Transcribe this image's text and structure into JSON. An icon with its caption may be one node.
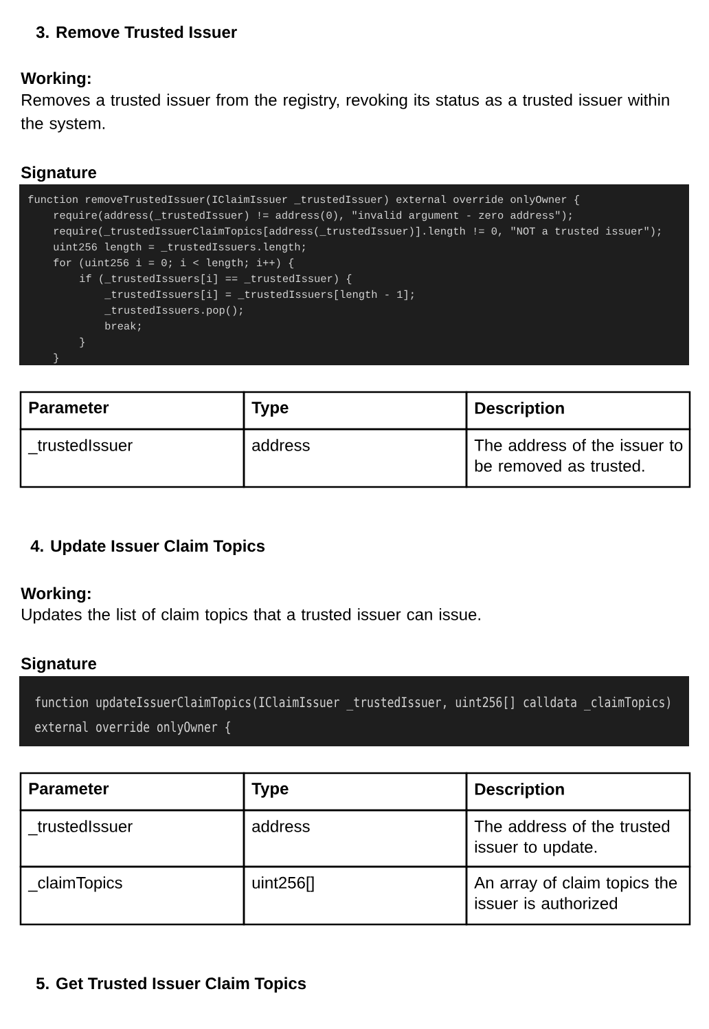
{
  "diagram": {
    "labels": [
      "3. Remove Trusted Issuer",
      "Working:",
      "Removes a trusted issuer from the registry, revoking its status as a trusted issuer within the system.",
      "Signature",
      "function removeTrustedIssuer(IClaimIssuer _trustedIssuer) external override onlyOwner {",
      "require(address(_trustedIssuer) != address(0), \"invalid argument - zero address\");",
      "require(_trustedIssuerClaimTopics[address(_trustedIssuer)].length != 0, \"NOT a trusted issuer\");",
      "uint256 length = _trustedIssuers.length;",
      "for (uint256 i = 0; i < length; i++) {",
      "if (_trustedIssuers[i] == _trustedIssuer) {",
      "_trustedIssuers[i] = _trustedIssuers[length - 1];",
      "_trustedIssuers.pop();",
      "break;",
      "}",
      "}",
      "Parameter",
      "Type",
      "Description",
      "_trustedIssuer",
      "address",
      "The address of the issuer to be removed as trusted.",
      "4. Update Issuer Claim Topics",
      "Working:",
      "Updates the list of claim topics that a trusted issuer can issue.",
      "Signature",
      "function updateIssuerClaimTopics(IClaimIssuer _trustedIssuer, uint256[] calldata _claimTopics)",
      "external override onlyOwner {",
      "Parameter",
      "Type",
      "Description",
      "_trustedIssuer",
      "address",
      "The address of the trusted issuer to update.",
      "_claimTopics",
      "uint256[]",
      "An array of claim topics the issuer is authorized",
      "5. Get Trusted Issuer Claim Topics"
    ]
  }
}
